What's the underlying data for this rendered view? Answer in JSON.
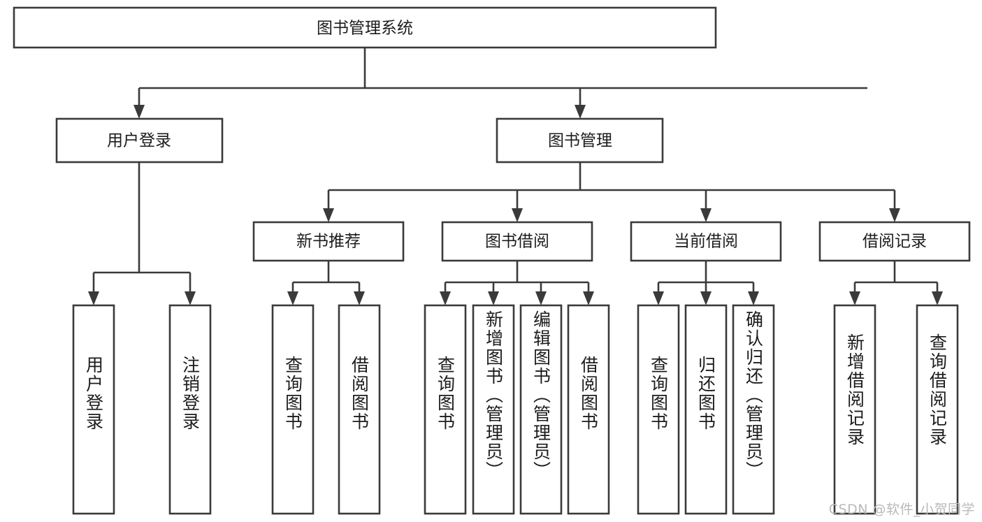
{
  "diagram": {
    "type": "tree-hierarchy",
    "title": "图书管理系统",
    "orientation": "top-down",
    "colors": {
      "box_stroke": "#3a3a3a",
      "box_fill": "#ffffff",
      "text": "#1c1c1c",
      "background": "#ffffff",
      "watermark": "#b9b9b9"
    },
    "root": {
      "label": "图书管理系统"
    },
    "level2": [
      {
        "label": "用户登录"
      },
      {
        "label": "图书管理"
      }
    ],
    "level3": [
      {
        "label": "新书推荐"
      },
      {
        "label": "图书借阅"
      },
      {
        "label": "当前借阅"
      },
      {
        "label": "借阅记录"
      }
    ],
    "leaves": {
      "user_login": [
        {
          "label": "用户登录"
        },
        {
          "label": "注销登录"
        }
      ],
      "new_book_recommend": [
        {
          "label": "查询图书"
        },
        {
          "label": "借阅图书"
        }
      ],
      "book_borrow": [
        {
          "label": "查询图书"
        },
        {
          "label": "新增图书（管理员）"
        },
        {
          "label": "编辑图书（管理员）"
        },
        {
          "label": "借阅图书"
        }
      ],
      "current_borrow": [
        {
          "label": "查询图书"
        },
        {
          "label": "归还图书"
        },
        {
          "label": "确认归还（管理员）"
        }
      ],
      "borrow_record": [
        {
          "label": "新增借阅记录"
        },
        {
          "label": "查询借阅记录"
        }
      ]
    }
  },
  "watermark": {
    "text": "CSDN @软件_小贺同学"
  }
}
